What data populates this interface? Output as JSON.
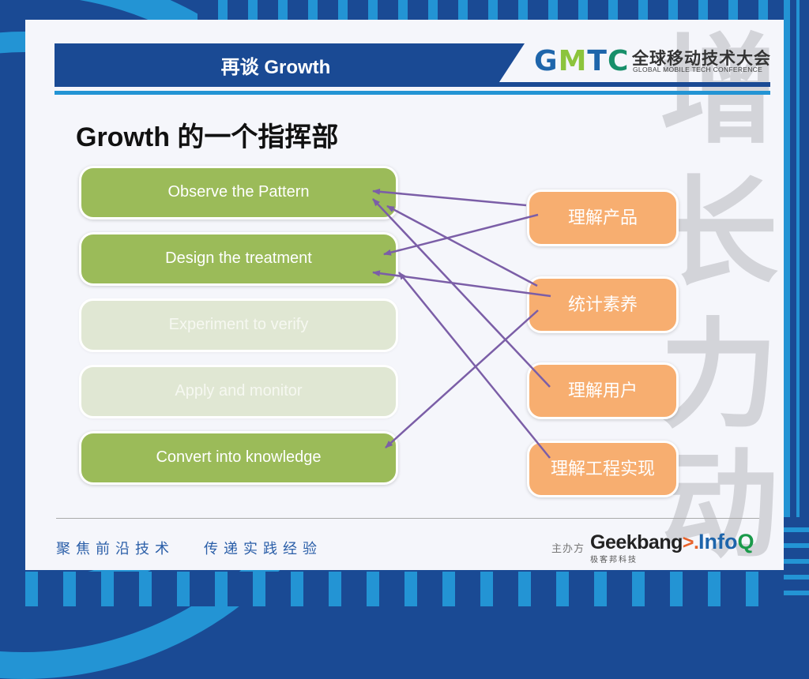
{
  "header": {
    "title": "再谈 Growth",
    "logo": {
      "letters": [
        "G",
        "M",
        "T",
        "C"
      ],
      "name_cn": "全球移动技术大会",
      "name_en": "GLOBAL MOBILE TECH CONFERENCE"
    }
  },
  "subtitle": "Growth 的一个指挥部",
  "steps": [
    {
      "label": "Observe the Pattern",
      "active": true
    },
    {
      "label": "Design the treatment",
      "active": true
    },
    {
      "label": "Experiment to verify",
      "active": false
    },
    {
      "label": "Apply and monitor",
      "active": false
    },
    {
      "label": "Convert into knowledge",
      "active": true
    }
  ],
  "skills": [
    {
      "label": "理解产品"
    },
    {
      "label": "统计素养"
    },
    {
      "label": "理解用户"
    },
    {
      "label": "理解工程实现"
    }
  ],
  "connections": [
    {
      "from": "理解产品",
      "to": "Observe the Pattern"
    },
    {
      "from": "理解产品",
      "to": "Design the treatment"
    },
    {
      "from": "统计素养",
      "to": "Observe the Pattern"
    },
    {
      "from": "统计素养",
      "to": "Design the treatment"
    },
    {
      "from": "统计素养",
      "to": "Convert into knowledge"
    },
    {
      "from": "理解用户",
      "to": "Observe the Pattern"
    },
    {
      "from": "理解工程实现",
      "to": "Design the treatment"
    }
  ],
  "watermark": [
    "增",
    "长",
    "力",
    "动"
  ],
  "footer": {
    "slogan_left": "聚焦前沿技术",
    "slogan_right": "传递实践经验",
    "organizer_label": "主办方",
    "geekbang": {
      "main": "Geekbang",
      "accent": ">.",
      "sub": "极客邦科技"
    },
    "infoq": {
      "main": "Info",
      "accent": "Q"
    }
  },
  "colors": {
    "brand_blue": "#1a4a94",
    "accent_blue": "#2394d4",
    "step_green": "#9bbb59",
    "step_faded": "#e0e7d3",
    "skill_orange": "#f7ae70",
    "arrow_purple": "#7b5ea7"
  }
}
